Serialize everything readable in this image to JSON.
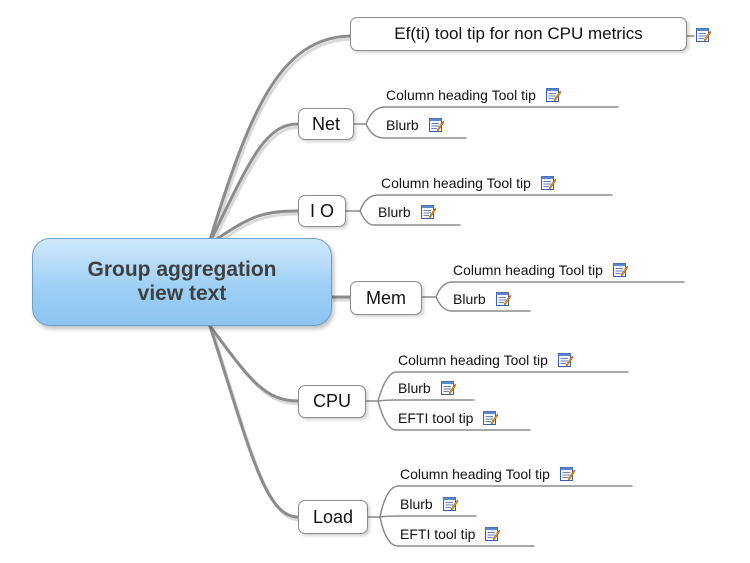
{
  "root": {
    "line1": "Group aggregation",
    "line2": "view text"
  },
  "top_note": {
    "label": "Ef(ti) tool tip for non CPU metrics",
    "icon": "note-icon"
  },
  "branches": {
    "net": {
      "label": "Net",
      "leaves": [
        "Column heading Tool tip",
        "Blurb"
      ]
    },
    "io": {
      "label": "I O",
      "leaves": [
        "Column heading Tool tip",
        "Blurb"
      ]
    },
    "mem": {
      "label": "Mem",
      "leaves": [
        "Column heading Tool tip",
        "Blurb"
      ]
    },
    "cpu": {
      "label": "CPU",
      "leaves": [
        "Column heading Tool tip",
        "Blurb",
        "EFTI tool tip"
      ]
    },
    "load": {
      "label": "Load",
      "leaves": [
        "Column heading Tool tip",
        "Blurb",
        "EFTI tool tip"
      ]
    }
  },
  "colors": {
    "root_fill": "#9fd0f6",
    "root_text": "#404040",
    "connector": "#8c8c8c"
  }
}
